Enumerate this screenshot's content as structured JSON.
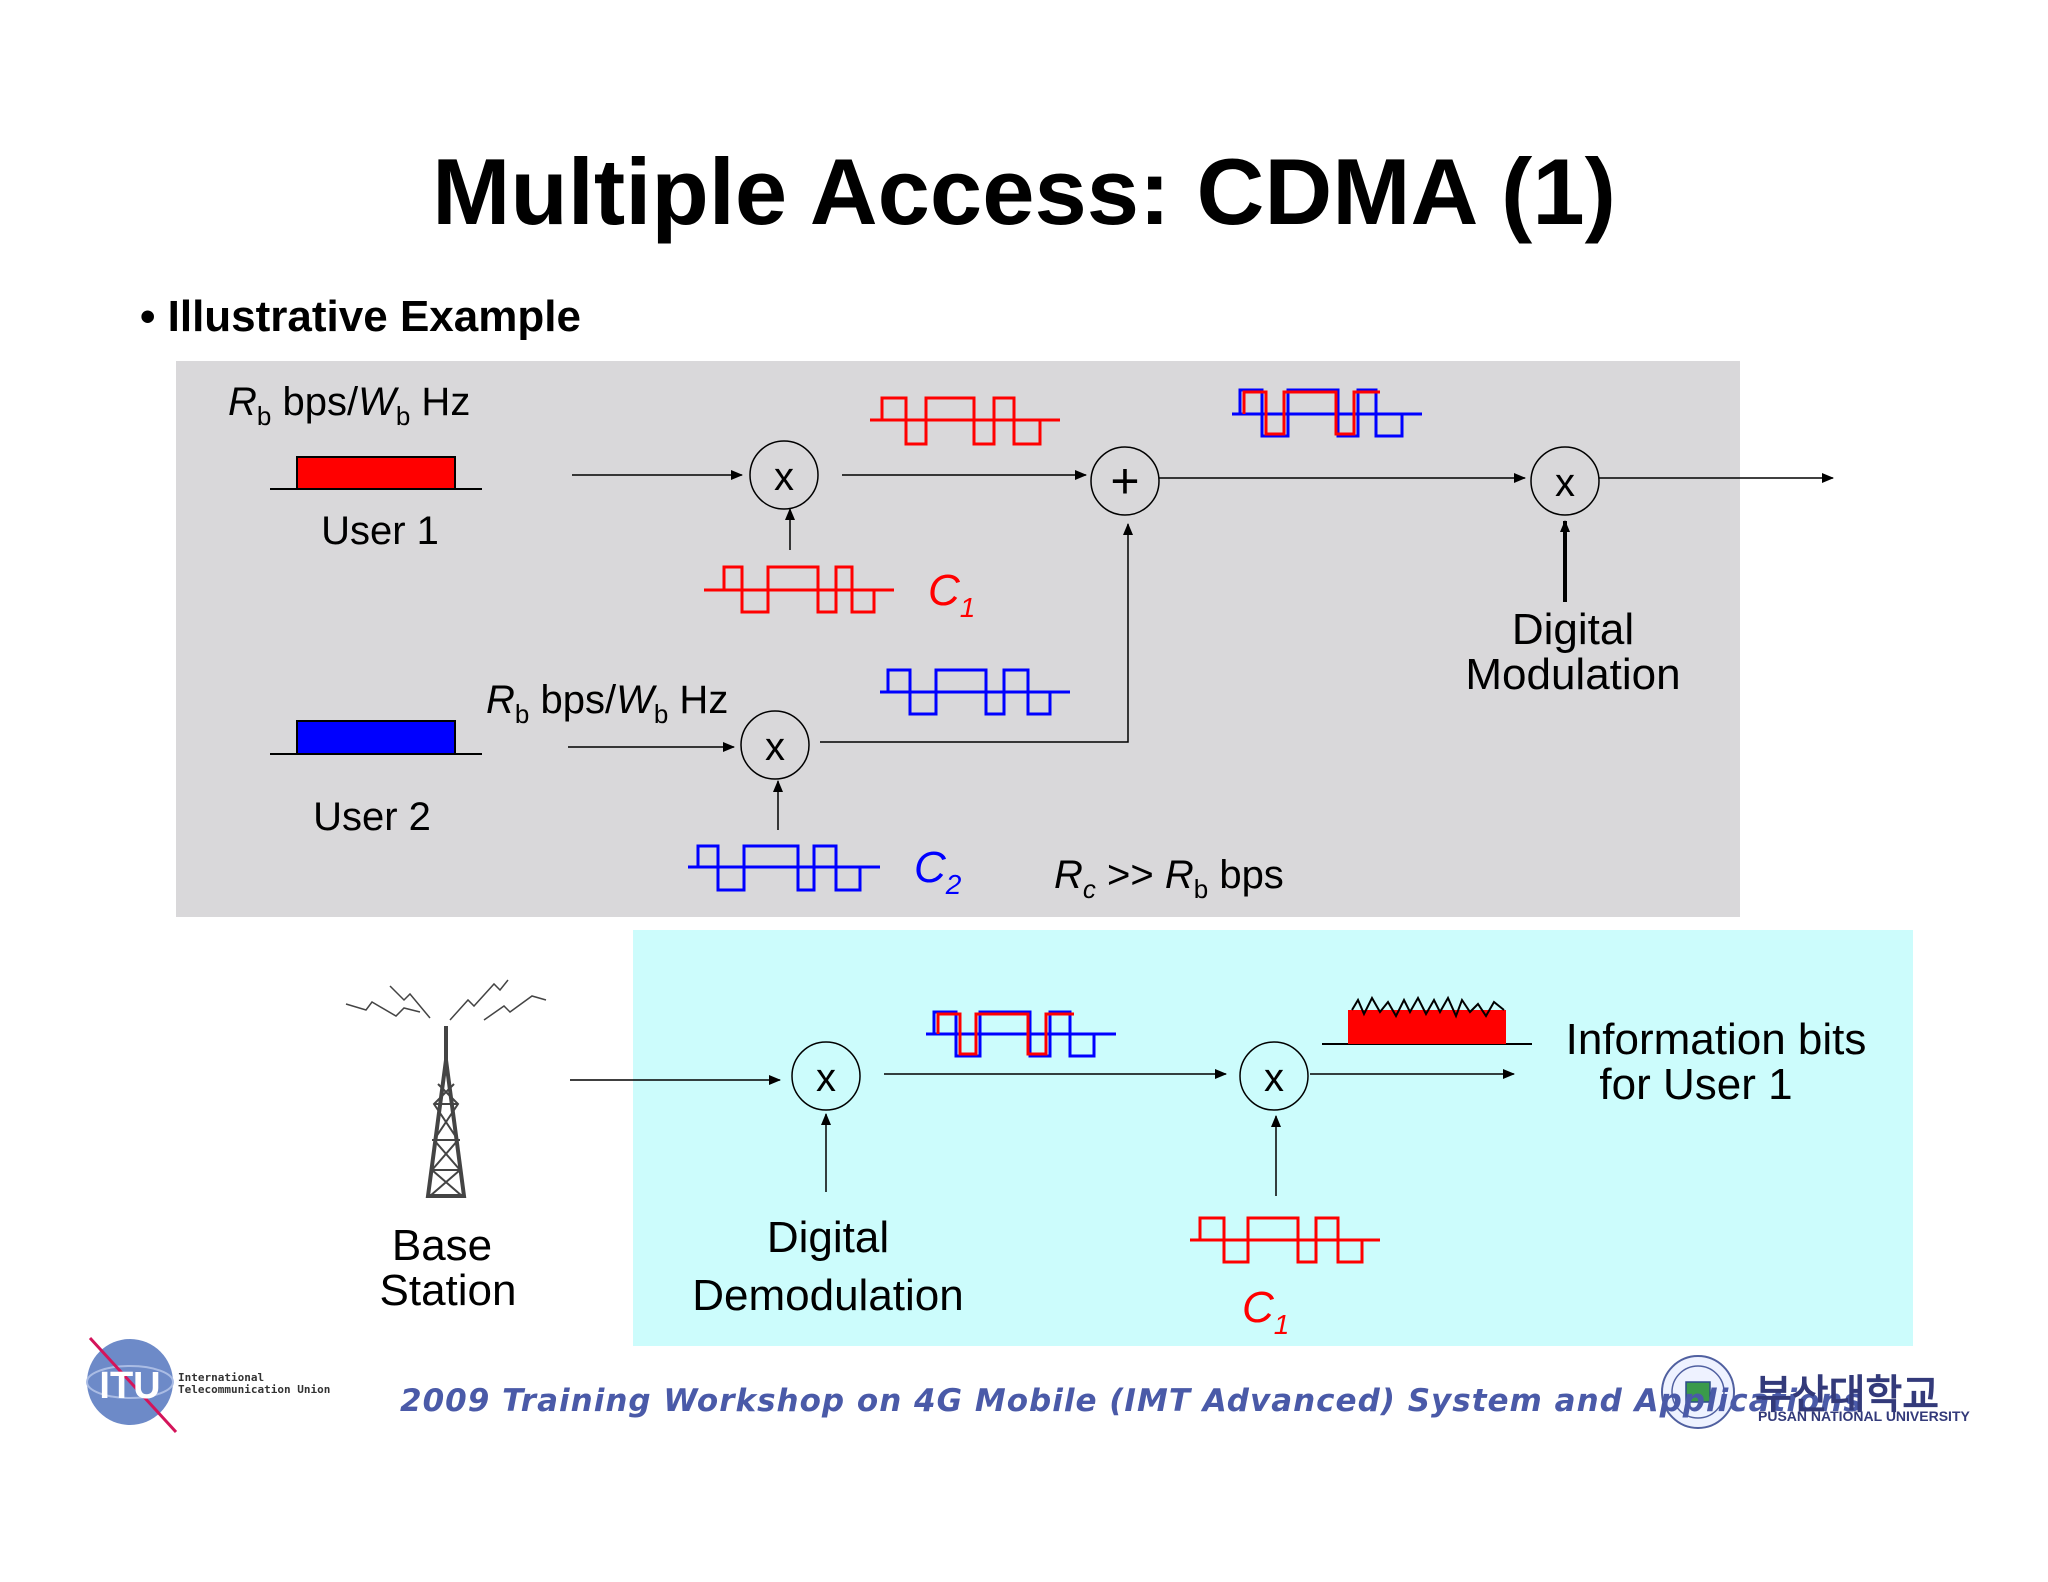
{
  "slide": {
    "title": "Multiple Access: CDMA (1)",
    "bullet": "• Illustrative Example"
  },
  "transmitter": {
    "rate_label_parts": [
      "R",
      "b",
      " bps/",
      "W",
      "b",
      " Hz"
    ],
    "user1": "User 1",
    "user2": "User 2",
    "code1_main": "C",
    "code1_sub": "1",
    "code2_main": "C",
    "code2_sub": "2",
    "rate_relation_parts": [
      "R",
      "c",
      " >> ",
      "R",
      "b",
      " bps"
    ],
    "multiplier_symbol": "x",
    "adder_symbol": "+",
    "modulation_line1": "Digital",
    "modulation_line2": "Modulation"
  },
  "receiver": {
    "base_station_line1": "Base",
    "base_station_line2": "Station",
    "demodulation_line1": "Digital",
    "demodulation_line2": "Demodulation",
    "output_line1": "Information bits",
    "output_line2": "for User 1",
    "code1_main": "C",
    "code1_sub": "1",
    "multiplier_symbol": "x"
  },
  "footer": {
    "workshop": "2009 Training Workshop on 4G Mobile (IMT Advanced) System and Applications",
    "itu_logo_text": "ITU",
    "itu_name": "International Telecommunication Union",
    "pnu_korean": "부산대학교",
    "pnu_english": "PUSAN NATIONAL UNIVERSITY"
  },
  "colors": {
    "user1": "#ff0000",
    "user2": "#0000ff",
    "tx_panel": "#d9d8da",
    "rx_panel": "#ccfcfc"
  }
}
